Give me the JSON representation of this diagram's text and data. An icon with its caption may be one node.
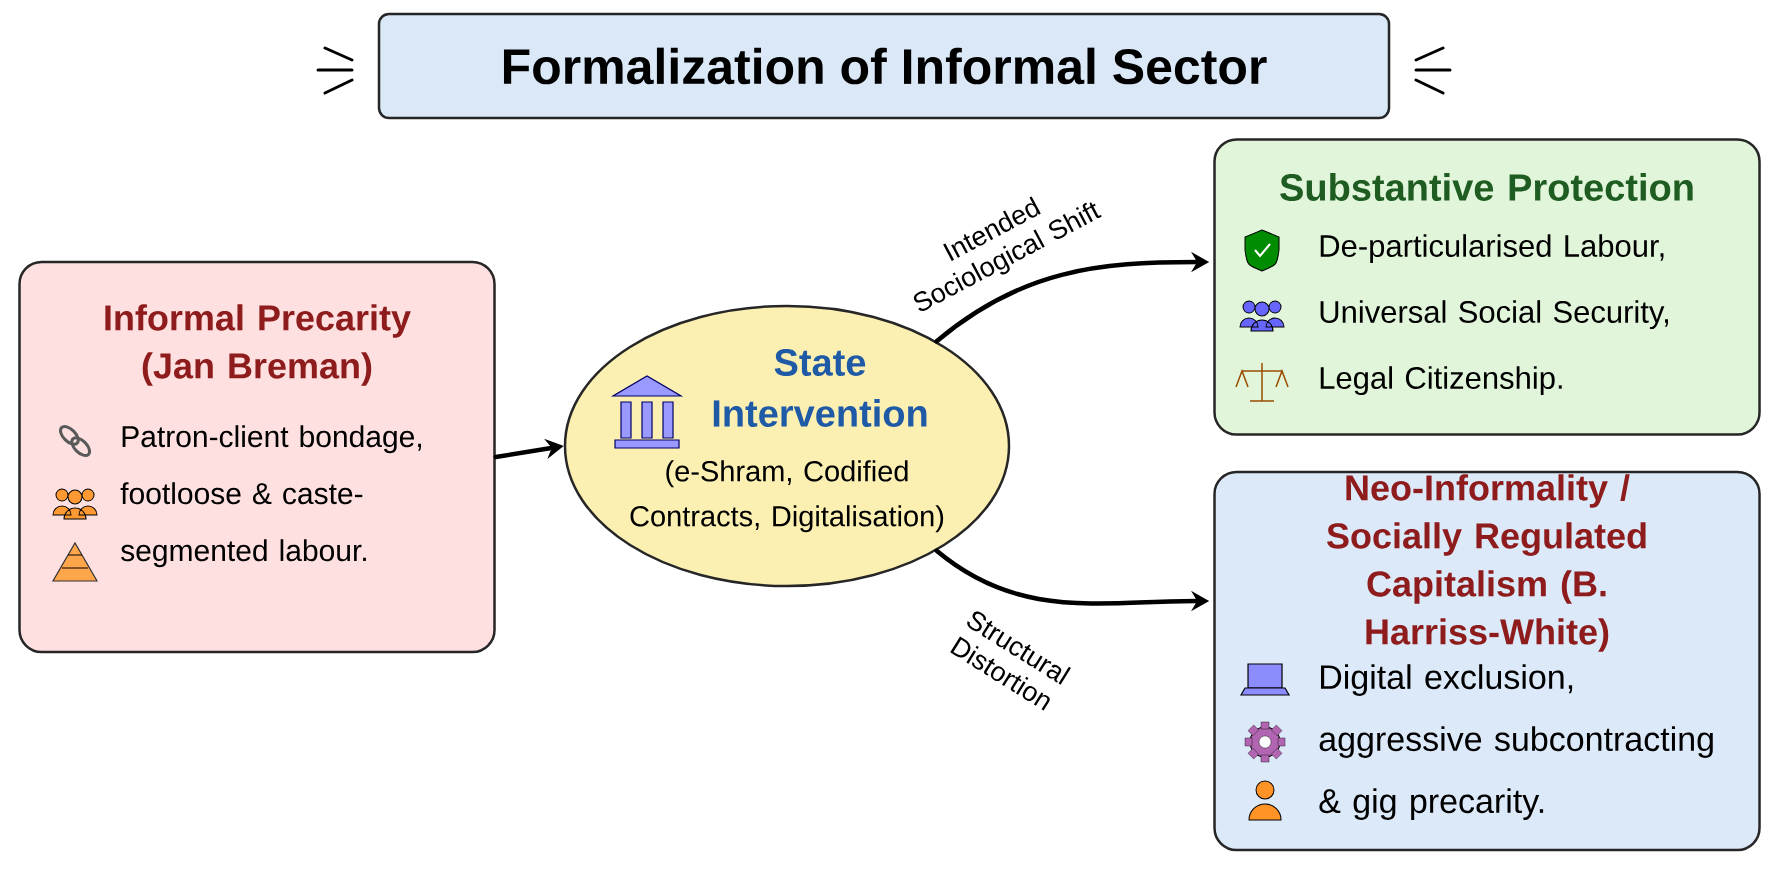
{
  "diagram": {
    "title": "Formalization of Informal Sector",
    "nodes": [
      {
        "text": [
          "Informal Precarity (Jan Breman)",
          "Patron-client bondage, footloose & caste-segmented labour."
        ]
      },
      {
        "text": [
          "State Intervention",
          "(e-Shram, Codified Contracts, Digitalisation)"
        ]
      },
      {
        "text": [
          "Substantive Protection",
          "De-particularised Labour, Universal Social Security, Legal Citizenship."
        ]
      },
      {
        "text": [
          "Neo-Informality / Socially Regulated Capitalism (B. Harriss-White)",
          "Digital exclusion, aggressive subcontracting & gig precarity."
        ]
      }
    ],
    "edges": [
      {
        "from": 0,
        "to": 1,
        "arrow": "to"
      },
      {
        "from": 1,
        "to": 2,
        "arrow": "to",
        "label": "Intended Sociological Shift"
      },
      {
        "from": 1,
        "to": 3,
        "arrow": "to",
        "label": "Structural Distortion"
      }
    ]
  }
}
